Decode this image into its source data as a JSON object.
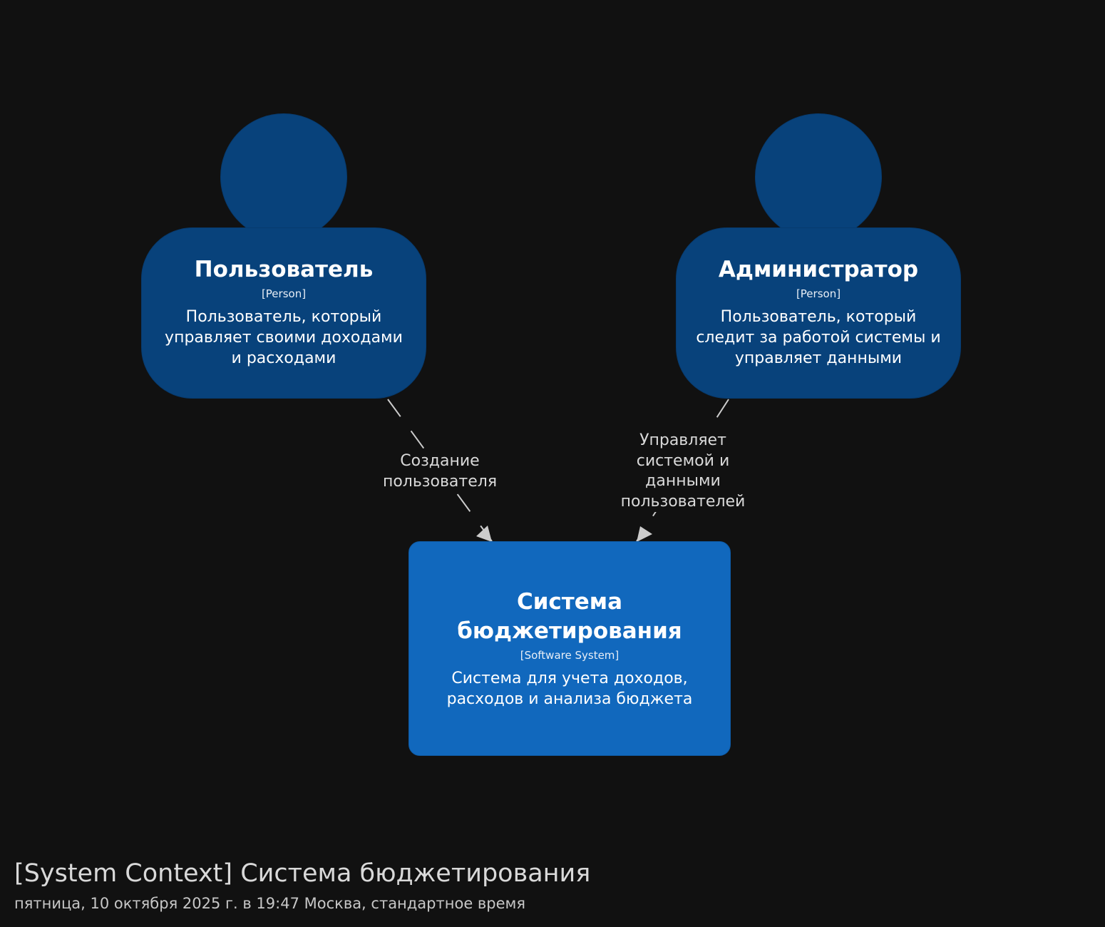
{
  "diagram": {
    "user": {
      "name": "Пользователь",
      "type": "[Person]",
      "description": "Пользователь, который управляет своими доходами и расходами"
    },
    "admin": {
      "name": "Администратор",
      "type": "[Person]",
      "description": "Пользователь, который следит за работой системы и управляет данными"
    },
    "system": {
      "name": "Система бюджетирования",
      "type": "[Software System]",
      "description": "Система для учета доходов, расходов и анализа бюджета"
    },
    "relations": {
      "user_to_system": "Создание пользователя",
      "admin_to_system": "Управляет системой и данными пользователей"
    },
    "footer": {
      "title": "[System Context] Система бюджетирования",
      "date": "пятница, 10 октября 2025 г. в 19:47 Москва, стандартное время"
    },
    "colors": {
      "background": "#111111",
      "person": "#08427b",
      "system": "#1168bd",
      "edge": "#cccccc"
    }
  }
}
